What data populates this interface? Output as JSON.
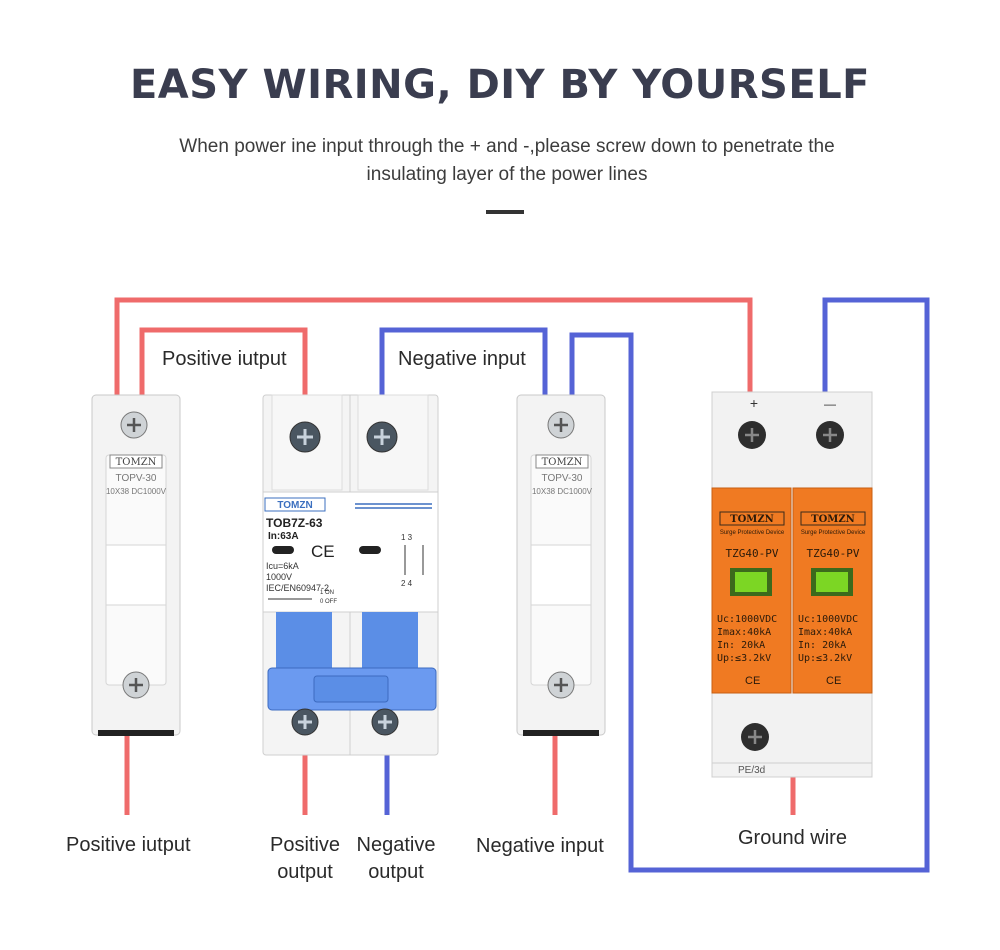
{
  "title": "EASY WIRING, DIY BY YOURSELF",
  "subtitle": "When power ine input through the + and -,please screw down to penetrate the insulating layer of the power lines",
  "labels": {
    "top_positive": "Positive iutput",
    "top_negative": "Negative input",
    "bottom_fuse_left": "Positive iutput",
    "bottom_breaker_pos": "Positive output",
    "bottom_breaker_neg": "Negative output",
    "bottom_fuse_right": "Negative input",
    "ground": "Ground wire"
  },
  "fuse_left": {
    "brand": "TOMZN",
    "model": "TOPV-30",
    "spec": "10X38 DC1000V"
  },
  "fuse_right": {
    "brand": "TOMZN",
    "model": "TOPV-30",
    "spec": "10X38 DC1000V"
  },
  "breaker": {
    "brand": "TOMZN",
    "model": "TOB7Z-63",
    "current": "In:63A",
    "ce": "CE",
    "icu": "Icu=6kA",
    "voltage": "1000V",
    "standard": "IEC/EN60947-2",
    "on_label": "1 ON",
    "off_label": "0 OFF",
    "terminal_top": "1  3",
    "terminal_bottom": "2  4"
  },
  "spd": {
    "plus": "+",
    "minus": "—",
    "pe": "PE/3d",
    "module": {
      "brand": "TOMZN",
      "type": "Surge Protective Device",
      "model": "TZG40-PV",
      "uc": "Uc:1000VDC",
      "imax": "Imax:40kA",
      "in": "In:   20kA",
      "up": "Up:≤3.2kV",
      "ce": "CE"
    }
  },
  "colors": {
    "positive_wire": "#ef6b6b",
    "negative_wire": "#5563d6",
    "spd_body": "#f07a22",
    "breaker_lever": "#5b8ee6",
    "title": "#3a3d4f"
  }
}
